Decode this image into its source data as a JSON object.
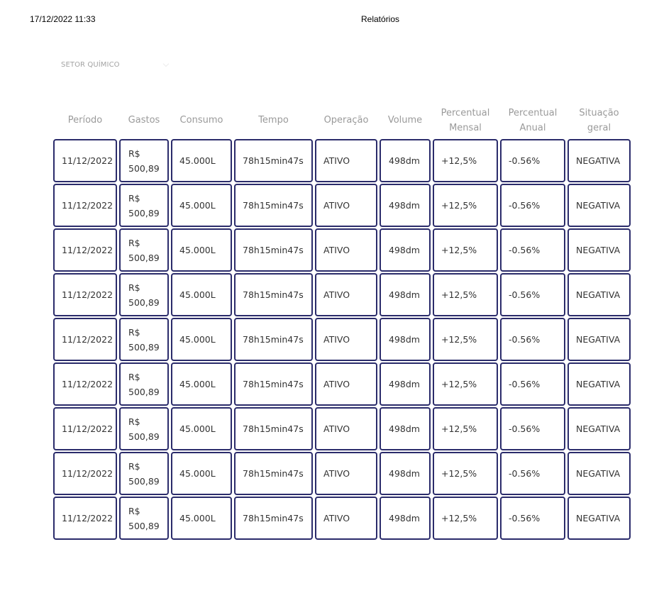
{
  "print_header": {
    "datetime": "17/12/2022 11:33",
    "title": "Relatórios"
  },
  "sector": {
    "selected": "SETOR QUÍMICO",
    "icon": "chevron-down-icon"
  },
  "table": {
    "headers": [
      "Período",
      "Gastos",
      "Consumo",
      "Tempo",
      "Operação",
      "Volume",
      "Percentual Mensal",
      "Percentual Anual",
      "Situação geral"
    ],
    "rows": [
      {
        "periodo": "11/12/2022",
        "gastos_currency": "R$",
        "gastos_value": "500,89",
        "consumo": "45.000L",
        "tempo": "78h15min47s",
        "operacao": "ATIVO",
        "volume": "498dm",
        "percentual_mensal": "+12,5%",
        "percentual_anual": "-0.56%",
        "situacao": "NEGATIVA"
      },
      {
        "periodo": "11/12/2022",
        "gastos_currency": "R$",
        "gastos_value": "500,89",
        "consumo": "45.000L",
        "tempo": "78h15min47s",
        "operacao": "ATIVO",
        "volume": "498dm",
        "percentual_mensal": "+12,5%",
        "percentual_anual": "-0.56%",
        "situacao": "NEGATIVA"
      },
      {
        "periodo": "11/12/2022",
        "gastos_currency": "R$",
        "gastos_value": "500,89",
        "consumo": "45.000L",
        "tempo": "78h15min47s",
        "operacao": "ATIVO",
        "volume": "498dm",
        "percentual_mensal": "+12,5%",
        "percentual_anual": "-0.56%",
        "situacao": "NEGATIVA"
      },
      {
        "periodo": "11/12/2022",
        "gastos_currency": "R$",
        "gastos_value": "500,89",
        "consumo": "45.000L",
        "tempo": "78h15min47s",
        "operacao": "ATIVO",
        "volume": "498dm",
        "percentual_mensal": "+12,5%",
        "percentual_anual": "-0.56%",
        "situacao": "NEGATIVA"
      },
      {
        "periodo": "11/12/2022",
        "gastos_currency": "R$",
        "gastos_value": "500,89",
        "consumo": "45.000L",
        "tempo": "78h15min47s",
        "operacao": "ATIVO",
        "volume": "498dm",
        "percentual_mensal": "+12,5%",
        "percentual_anual": "-0.56%",
        "situacao": "NEGATIVA"
      },
      {
        "periodo": "11/12/2022",
        "gastos_currency": "R$",
        "gastos_value": "500,89",
        "consumo": "45.000L",
        "tempo": "78h15min47s",
        "operacao": "ATIVO",
        "volume": "498dm",
        "percentual_mensal": "+12,5%",
        "percentual_anual": "-0.56%",
        "situacao": "NEGATIVA"
      },
      {
        "periodo": "11/12/2022",
        "gastos_currency": "R$",
        "gastos_value": "500,89",
        "consumo": "45.000L",
        "tempo": "78h15min47s",
        "operacao": "ATIVO",
        "volume": "498dm",
        "percentual_mensal": "+12,5%",
        "percentual_anual": "-0.56%",
        "situacao": "NEGATIVA"
      },
      {
        "periodo": "11/12/2022",
        "gastos_currency": "R$",
        "gastos_value": "500,89",
        "consumo": "45.000L",
        "tempo": "78h15min47s",
        "operacao": "ATIVO",
        "volume": "498dm",
        "percentual_mensal": "+12,5%",
        "percentual_anual": "-0.56%",
        "situacao": "NEGATIVA"
      },
      {
        "periodo": "11/12/2022",
        "gastos_currency": "R$",
        "gastos_value": "500,89",
        "consumo": "45.000L",
        "tempo": "78h15min47s",
        "operacao": "ATIVO",
        "volume": "498dm",
        "percentual_mensal": "+12,5%",
        "percentual_anual": "-0.56%",
        "situacao": "NEGATIVA"
      }
    ]
  },
  "colors": {
    "cell_border": "#2b2c6b",
    "header_text": "#9a9a9a",
    "cell_text": "#333333",
    "sector_text": "#a3a3a3"
  }
}
